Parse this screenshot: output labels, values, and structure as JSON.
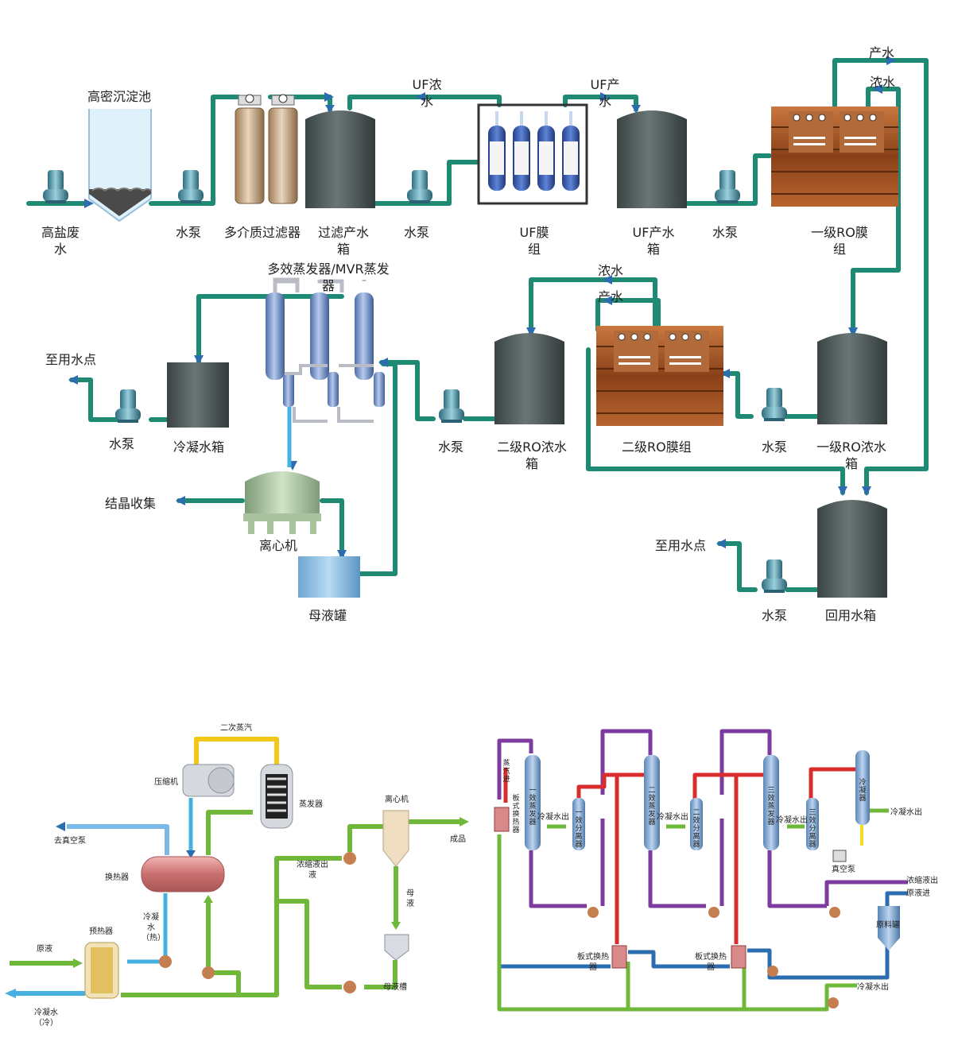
{
  "top": {
    "raw_water": "高盐废水",
    "sed_tank": "高密沉淀池",
    "pump": "水泵",
    "mm_filter": "多介质过滤器",
    "filter_tank": "过滤产水箱",
    "uf_membrane": "UF膜组",
    "uf_tank": "UF产水箱",
    "ro1_group": "一级RO膜组",
    "ro2_group": "二级RO膜组",
    "ro1_conc_tank": "一级RO浓水箱",
    "ro2_conc_tank": "二级RO浓水箱",
    "reuse_tank": "回用水箱",
    "cond_tank": "冷凝水箱",
    "evaporator": "多效蒸发器/MVR蒸发器",
    "centrifuge": "离心机",
    "mother_tank": "母液罐",
    "to_use": "至用水点",
    "crystal": "结晶收集",
    "uf_conc": "UF浓水",
    "uf_prod": "UF产水",
    "product_water": "产水",
    "conc_water": "浓水"
  },
  "mvr": {
    "secondary_steam": "二次蒸汽",
    "compressor": "压缩机",
    "evaporator": "蒸发器",
    "centrifuge": "离心机",
    "product": "成品",
    "vacuum_pump": "去真空泵",
    "heat_exchanger": "换热器",
    "cond_hot": "冷凝水（热）",
    "preheater": "预热器",
    "raw_liquid": "原液",
    "cond_cold": "冷凝水（冷）",
    "conc_out": "浓缩液出液",
    "mother_liquor": "母液",
    "mother_tank": "母液槽"
  },
  "multi": {
    "steam_in": "蒸汽进",
    "plate_hx_1": "板式换热器",
    "effect1": "一效蒸发器",
    "sep1": "一效分离器",
    "cond_out": "冷凝水出",
    "effect2": "二效蒸发器",
    "sep2": "二效分离器",
    "effect3": "三效蒸发器",
    "sep3": "三效分离器",
    "condenser": "冷凝器",
    "vacuum_pump": "真空泵",
    "conc_out": "浓缩液出",
    "raw_in": "原液进",
    "raw_tank": "原料罐",
    "plate_hx": "板式换热器"
  },
  "colors": {
    "pipe_teal": "#1f8a74",
    "pipe_blue": "#2c6db0",
    "tank": "#4f5a5a",
    "green": "#6fb83a",
    "purple": "#7d3ba0",
    "red": "#d92c2c",
    "light_blue": "#62b8e8",
    "yellow": "#f2c818",
    "cyan": "#46b0e0"
  }
}
